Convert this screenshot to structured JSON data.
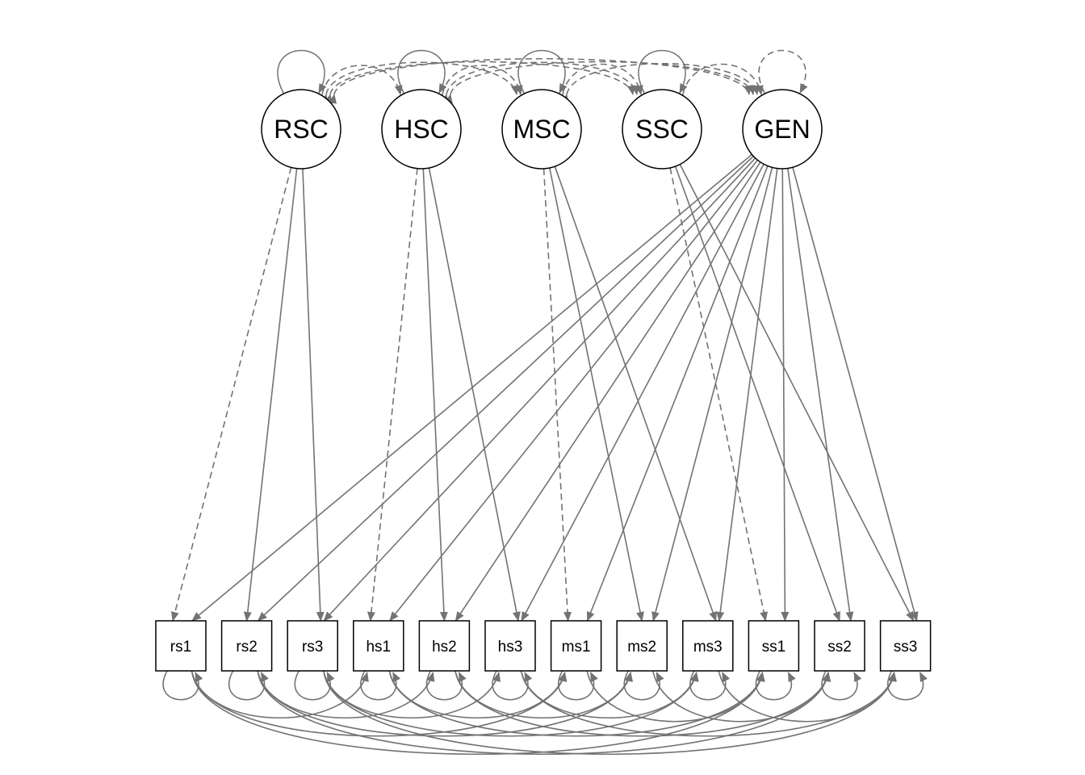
{
  "colors": {
    "edge": "#737373",
    "node_stroke": "#000000",
    "node_fill": "#ffffff",
    "background": "#ffffff"
  },
  "latents": [
    {
      "id": "RSC",
      "label": "RSC"
    },
    {
      "id": "HSC",
      "label": "HSC"
    },
    {
      "id": "MSC",
      "label": "MSC"
    },
    {
      "id": "SSC",
      "label": "SSC"
    },
    {
      "id": "GEN",
      "label": "GEN"
    }
  ],
  "manifests": [
    {
      "id": "rs1",
      "label": "rs1"
    },
    {
      "id": "rs2",
      "label": "rs2"
    },
    {
      "id": "rs3",
      "label": "rs3"
    },
    {
      "id": "hs1",
      "label": "hs1"
    },
    {
      "id": "hs2",
      "label": "hs2"
    },
    {
      "id": "hs3",
      "label": "hs3"
    },
    {
      "id": "ms1",
      "label": "ms1"
    },
    {
      "id": "ms2",
      "label": "ms2"
    },
    {
      "id": "ms3",
      "label": "ms3"
    },
    {
      "id": "ss1",
      "label": "ss1"
    },
    {
      "id": "ss2",
      "label": "ss2"
    },
    {
      "id": "ss3",
      "label": "ss3"
    }
  ],
  "loadings": [
    {
      "from": "RSC",
      "to": "rs1",
      "style": "dashed"
    },
    {
      "from": "RSC",
      "to": "rs2",
      "style": "solid"
    },
    {
      "from": "RSC",
      "to": "rs3",
      "style": "solid"
    },
    {
      "from": "HSC",
      "to": "hs1",
      "style": "dashed"
    },
    {
      "from": "HSC",
      "to": "hs2",
      "style": "solid"
    },
    {
      "from": "HSC",
      "to": "hs3",
      "style": "solid"
    },
    {
      "from": "MSC",
      "to": "ms1",
      "style": "dashed"
    },
    {
      "from": "MSC",
      "to": "ms2",
      "style": "solid"
    },
    {
      "from": "MSC",
      "to": "ms3",
      "style": "solid"
    },
    {
      "from": "SSC",
      "to": "ss1",
      "style": "dashed"
    },
    {
      "from": "SSC",
      "to": "ss2",
      "style": "solid"
    },
    {
      "from": "SSC",
      "to": "ss3",
      "style": "solid"
    },
    {
      "from": "GEN",
      "to": "rs1",
      "style": "solid"
    },
    {
      "from": "GEN",
      "to": "rs2",
      "style": "solid"
    },
    {
      "from": "GEN",
      "to": "rs3",
      "style": "solid"
    },
    {
      "from": "GEN",
      "to": "hs1",
      "style": "solid"
    },
    {
      "from": "GEN",
      "to": "hs2",
      "style": "solid"
    },
    {
      "from": "GEN",
      "to": "hs3",
      "style": "solid"
    },
    {
      "from": "GEN",
      "to": "ms1",
      "style": "solid"
    },
    {
      "from": "GEN",
      "to": "ms2",
      "style": "solid"
    },
    {
      "from": "GEN",
      "to": "ms3",
      "style": "solid"
    },
    {
      "from": "GEN",
      "to": "ss1",
      "style": "solid"
    },
    {
      "from": "GEN",
      "to": "ss2",
      "style": "solid"
    },
    {
      "from": "GEN",
      "to": "ss3",
      "style": "solid"
    }
  ],
  "latent_variances": [
    {
      "node": "RSC",
      "style": "solid"
    },
    {
      "node": "HSC",
      "style": "solid"
    },
    {
      "node": "MSC",
      "style": "solid"
    },
    {
      "node": "SSC",
      "style": "solid"
    },
    {
      "node": "GEN",
      "style": "dashed"
    }
  ],
  "latent_covariances": [
    {
      "a": "RSC",
      "b": "HSC",
      "style": "dashed"
    },
    {
      "a": "RSC",
      "b": "MSC",
      "style": "dashed"
    },
    {
      "a": "RSC",
      "b": "SSC",
      "style": "dashed"
    },
    {
      "a": "RSC",
      "b": "GEN",
      "style": "dashed"
    },
    {
      "a": "HSC",
      "b": "MSC",
      "style": "dashed"
    },
    {
      "a": "HSC",
      "b": "SSC",
      "style": "dashed"
    },
    {
      "a": "HSC",
      "b": "GEN",
      "style": "dashed"
    },
    {
      "a": "MSC",
      "b": "SSC",
      "style": "dashed"
    },
    {
      "a": "MSC",
      "b": "GEN",
      "style": "dashed"
    },
    {
      "a": "SSC",
      "b": "GEN",
      "style": "dashed"
    }
  ],
  "residual_covariances": [
    {
      "a": "rs1",
      "b": "hs1"
    },
    {
      "a": "rs1",
      "b": "ms1"
    },
    {
      "a": "rs1",
      "b": "ss1"
    },
    {
      "a": "hs1",
      "b": "ms1"
    },
    {
      "a": "hs1",
      "b": "ss1"
    },
    {
      "a": "ms1",
      "b": "ss1"
    },
    {
      "a": "rs2",
      "b": "hs2"
    },
    {
      "a": "rs2",
      "b": "ms2"
    },
    {
      "a": "rs2",
      "b": "ss2"
    },
    {
      "a": "hs2",
      "b": "ms2"
    },
    {
      "a": "hs2",
      "b": "ss2"
    },
    {
      "a": "ms2",
      "b": "ss2"
    },
    {
      "a": "rs3",
      "b": "hs3"
    },
    {
      "a": "rs3",
      "b": "ms3"
    },
    {
      "a": "rs3",
      "b": "ss3"
    },
    {
      "a": "hs3",
      "b": "ms3"
    },
    {
      "a": "hs3",
      "b": "ss3"
    },
    {
      "a": "ms3",
      "b": "ss3"
    }
  ]
}
